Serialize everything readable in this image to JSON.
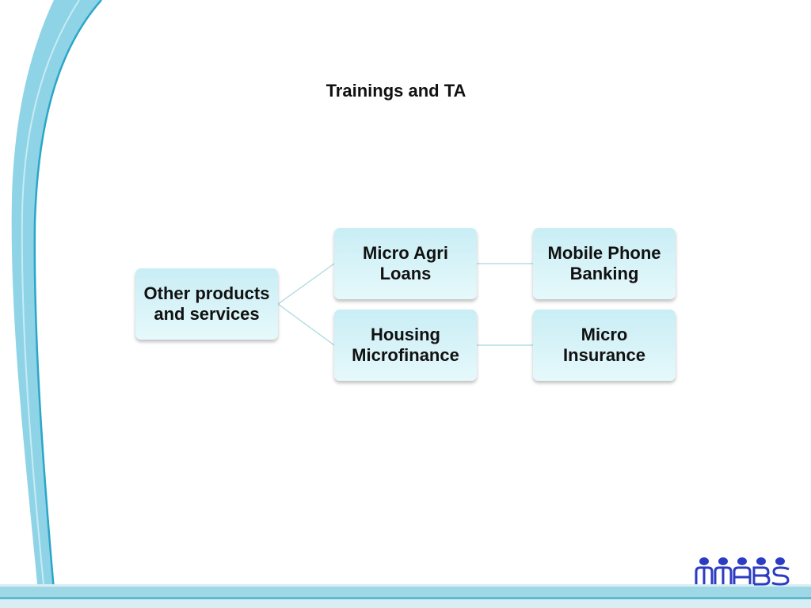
{
  "slide": {
    "title": "Trainings and TA"
  },
  "diagram": {
    "root": {
      "label": "Other products and services"
    },
    "level1": [
      {
        "label": "Micro Agri Loans"
      },
      {
        "label": "Housing Microfinance"
      }
    ],
    "level2": [
      {
        "label": "Mobile Phone Banking"
      },
      {
        "label": "Micro Insurance"
      }
    ]
  },
  "logo": {
    "text": "mabs",
    "color": "#2c3cc2"
  },
  "theme": {
    "accent": "#7fd0e3",
    "node_fill": "#d2f1f7",
    "connector": "#a9d7df"
  }
}
